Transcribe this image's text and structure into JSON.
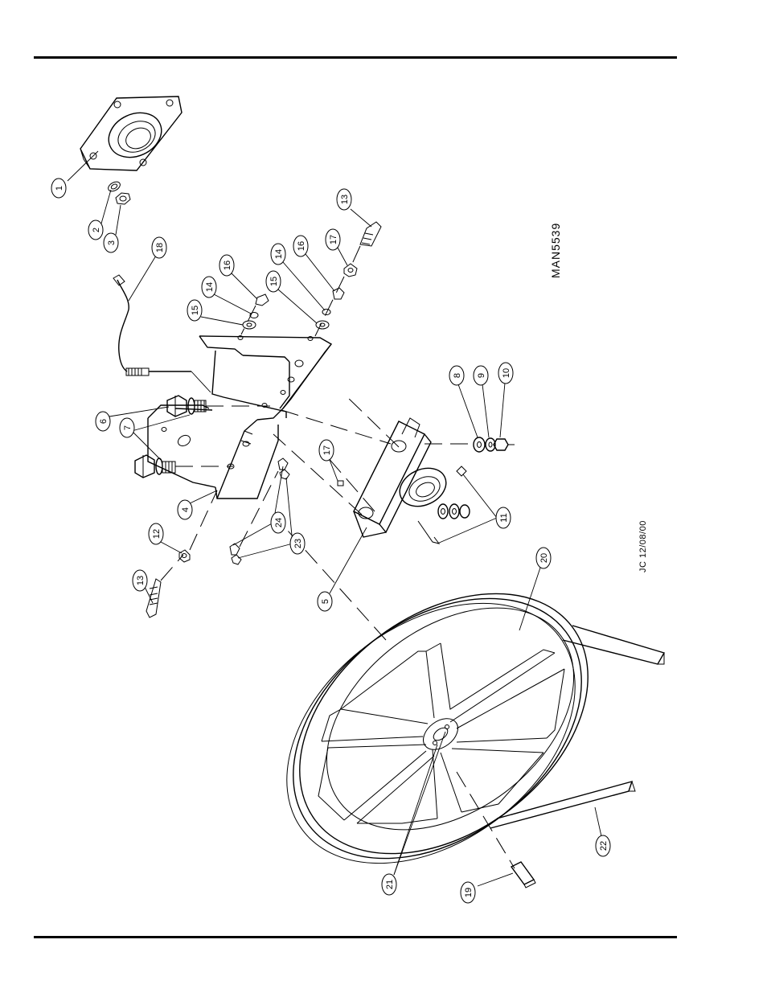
{
  "drawing": {
    "number": "MAN5539",
    "author_date": "JC 12/08/00"
  },
  "callouts": [
    {
      "id": "c1",
      "label": "1"
    },
    {
      "id": "c2",
      "label": "2"
    },
    {
      "id": "c3",
      "label": "3"
    },
    {
      "id": "c18",
      "label": "18"
    },
    {
      "id": "c13a",
      "label": "13"
    },
    {
      "id": "c17a",
      "label": "17"
    },
    {
      "id": "c16a",
      "label": "16"
    },
    {
      "id": "c14a",
      "label": "14"
    },
    {
      "id": "c15a",
      "label": "15"
    },
    {
      "id": "c16b",
      "label": "16"
    },
    {
      "id": "c14b",
      "label": "14"
    },
    {
      "id": "c15b",
      "label": "15"
    },
    {
      "id": "c6",
      "label": "6"
    },
    {
      "id": "c7",
      "label": "7"
    },
    {
      "id": "c4",
      "label": "4"
    },
    {
      "id": "c12",
      "label": "12"
    },
    {
      "id": "c13b",
      "label": "13"
    },
    {
      "id": "c24",
      "label": "24"
    },
    {
      "id": "c23",
      "label": "23"
    },
    {
      "id": "c17b",
      "label": "17"
    },
    {
      "id": "c5",
      "label": "5"
    },
    {
      "id": "c8",
      "label": "8"
    },
    {
      "id": "c9",
      "label": "9"
    },
    {
      "id": "c10",
      "label": "10"
    },
    {
      "id": "c11",
      "label": "11"
    },
    {
      "id": "c20",
      "label": "20"
    },
    {
      "id": "c21",
      "label": "21"
    },
    {
      "id": "c22",
      "label": "22"
    },
    {
      "id": "c19",
      "label": "19"
    }
  ]
}
